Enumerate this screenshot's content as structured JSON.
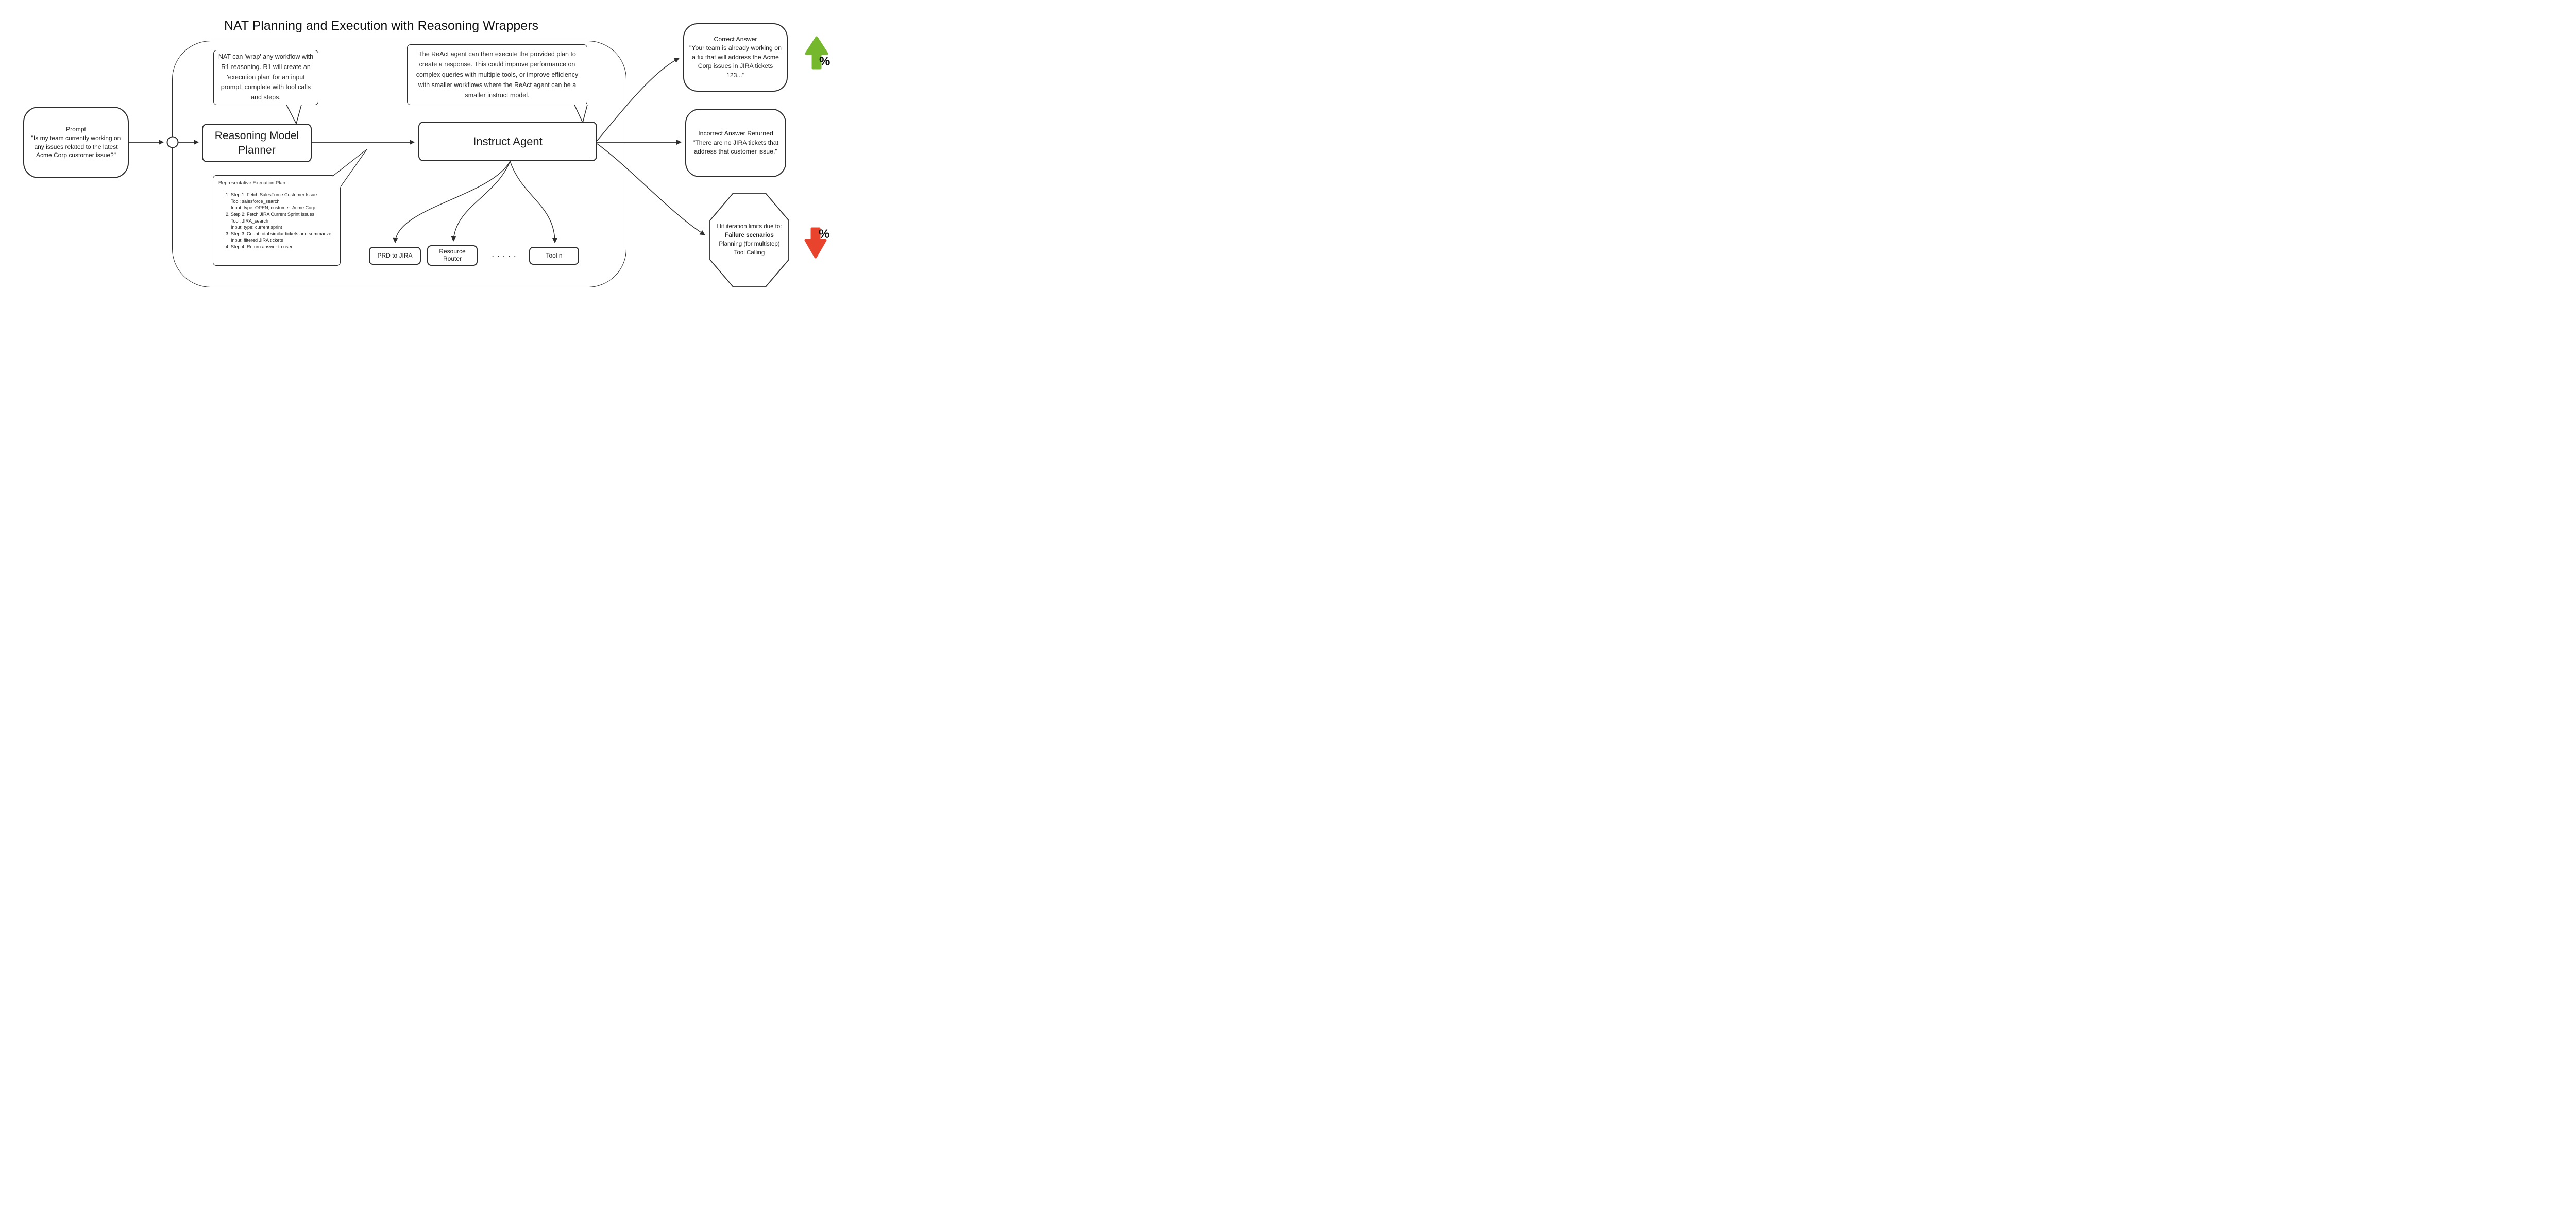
{
  "title": "NAT Planning and Execution with Reasoning Wrappers",
  "prompt": {
    "heading": "Prompt",
    "body": "\"Is my team currently working on any issues related to the latest Acme Corp customer issue?\""
  },
  "planner": {
    "label": "Reasoning Model Planner",
    "note": "NAT can 'wrap' any workflow with R1 reasoning. R1 will create an 'execution plan' for an input prompt, complete with tool calls and steps."
  },
  "agent": {
    "label": "Instruct Agent",
    "note": "The ReAct agent can then execute the provided plan to create a response. This could improve performance on complex queries with multiple tools, or improve efficiency with smaller workflows where the ReAct agent can be a smaller instruct model."
  },
  "plan": {
    "heading": "Representative Execution Plan:",
    "steps": [
      {
        "title": "Step 1: Fetch SalesForce Customer Issue",
        "lines": [
          "Tool: salesforce_search",
          "Input: type: OPEN, customer: Acme Corp"
        ]
      },
      {
        "title": "Step 2: Fetch JIRA Current Sprint Issues",
        "lines": [
          "Tool: JIRA_search",
          "Input: type: current sprint"
        ]
      },
      {
        "title": "Step 3: Count total similar tickets and summarize",
        "lines": [
          "Input: filtered JIRA tickets"
        ]
      },
      {
        "title": "Step 4: Return answer to user",
        "lines": []
      }
    ]
  },
  "tools": {
    "items": [
      {
        "label": "PRD to JIRA"
      },
      {
        "label": "Resource Router"
      },
      {
        "label": "Tool n"
      }
    ],
    "ellipsis": ". . . . ."
  },
  "outcomes": {
    "correct": {
      "heading": "Correct Answer",
      "body": "\"Your team is already working on a fix that will address the Acme Corp issues in JIRA tickets 123...\""
    },
    "incorrect": {
      "heading": "Incorrect Answer Returned",
      "body": "\"There are no JIRA tickets that address that customer issue.\""
    },
    "failure": {
      "intro": "Hit iteration limits due to:",
      "emphasis": "Failure scenarios",
      "causes": [
        "Planning (for multistep)",
        "Tool Calling"
      ]
    }
  },
  "indicators": {
    "up": {
      "symbol": "%",
      "color": "#76b82d"
    },
    "down": {
      "symbol": "%",
      "color": "#e8432c"
    }
  },
  "colors": {
    "stroke": "#2d2d2d",
    "background": "#ffffff"
  }
}
